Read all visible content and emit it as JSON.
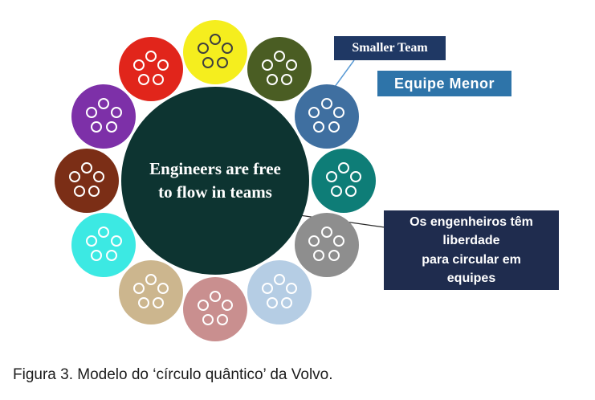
{
  "diagram": {
    "central": {
      "text_line1": "Engineers are free",
      "text_line2": "to flow in teams",
      "color": "#0d3431",
      "text_color": "#ffffff"
    },
    "members_per_team": 5,
    "teams": [
      {
        "name": "team-yellow",
        "color": "#f5ee1e",
        "ring_color": "#3f3f3f"
      },
      {
        "name": "team-olive",
        "color": "#4a5d23",
        "ring_color": "#ffffff"
      },
      {
        "name": "team-steel-blue",
        "color": "#3f6fa0",
        "ring_color": "#ffffff"
      },
      {
        "name": "team-teal",
        "color": "#0e7d77",
        "ring_color": "#ffffff"
      },
      {
        "name": "team-gray",
        "color": "#8e8e8e",
        "ring_color": "#ffffff"
      },
      {
        "name": "team-light-blue",
        "color": "#b5cde4",
        "ring_color": "#ffffff"
      },
      {
        "name": "team-rose",
        "color": "#c98f8f",
        "ring_color": "#ffffff"
      },
      {
        "name": "team-tan",
        "color": "#ccb68e",
        "ring_color": "#ffffff"
      },
      {
        "name": "team-cyan",
        "color": "#3ce9e3",
        "ring_color": "#ffffff"
      },
      {
        "name": "team-brown",
        "color": "#7b2e16",
        "ring_color": "#ffffff"
      },
      {
        "name": "team-purple",
        "color": "#7d30a8",
        "ring_color": "#ffffff"
      },
      {
        "name": "team-red",
        "color": "#e1251b",
        "ring_color": "#ffffff"
      }
    ],
    "labels": {
      "smaller_team": {
        "text": "Smaller Team",
        "bg": "#1f3864"
      },
      "equipe_menor": {
        "text": "Equipe Menor",
        "bg": "#2e74a9"
      },
      "engineers_note": {
        "lines": [
          "Os engenheiros têm",
          "liberdade",
          "para circular em",
          "equipes"
        ],
        "bg": "#1f2c4e"
      }
    },
    "connectors": {
      "smaller_team_line_color": "#5b9bd5",
      "engineers_note_line_color": "#2b2b2b"
    }
  },
  "caption": "Figura 3. Modelo do ‘círculo quântico’ da Volvo."
}
